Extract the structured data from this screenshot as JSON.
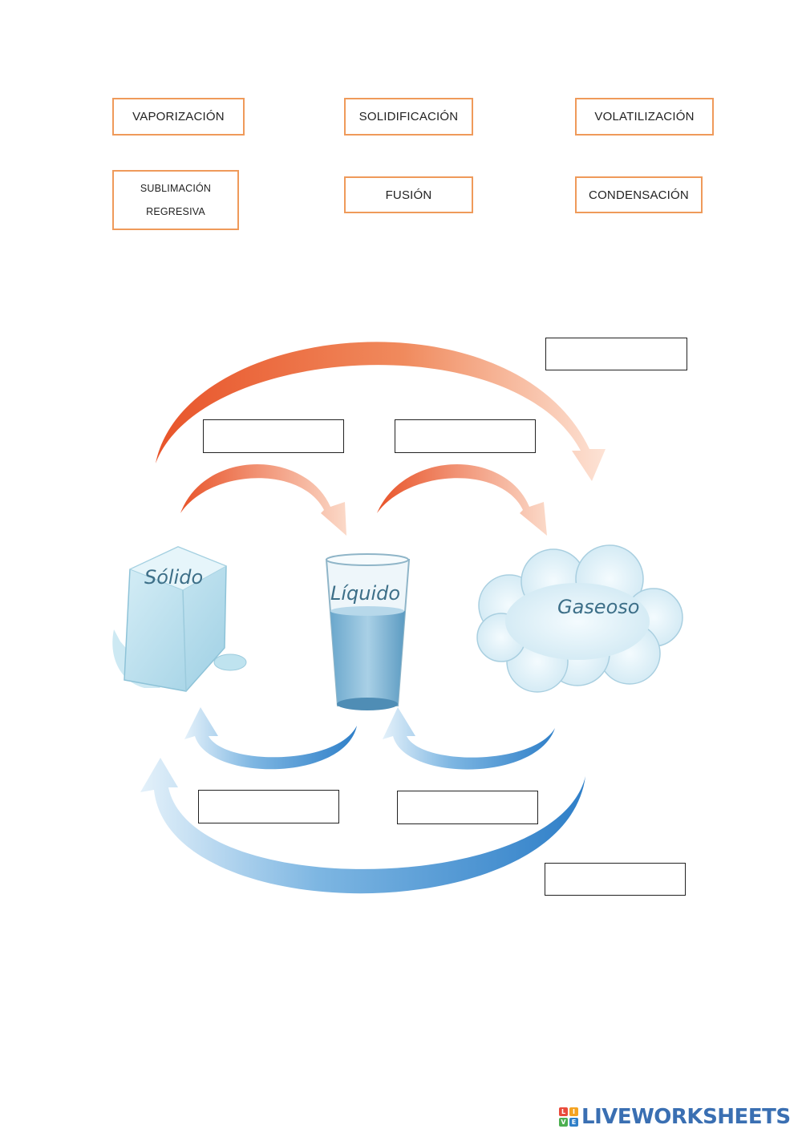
{
  "word_bank": [
    {
      "id": "vaporizacion",
      "lines": [
        "VAPORIZACIÓN"
      ]
    },
    {
      "id": "solidificacion",
      "lines": [
        "SOLIDIFICACIÓN"
      ]
    },
    {
      "id": "volatilizacion",
      "lines": [
        "VOLATILIZACIÓN"
      ]
    },
    {
      "id": "sublimacion-regresiva",
      "lines": [
        "SUBLIMACIÓN",
        "REGRESIVA"
      ]
    },
    {
      "id": "fusion",
      "lines": [
        "FUSIÓN"
      ]
    },
    {
      "id": "condensacion",
      "lines": [
        "CONDENSACIÓN"
      ]
    }
  ],
  "states": {
    "solid": "Sólido",
    "liquid": "Líquido",
    "gas": "Gaseoso"
  },
  "colors": {
    "box_border": "#ef9a5a",
    "heat_arrow": "#e8542a",
    "cool_arrow": "#3f8fd2",
    "ice": "#bfe3ef",
    "water": "#7fb6d6",
    "cloud": "#dff0f8"
  },
  "brand": {
    "logo_text": "LIVEWORKSHEETS",
    "logo_letters": [
      "L",
      "I",
      "V",
      "E"
    ]
  }
}
